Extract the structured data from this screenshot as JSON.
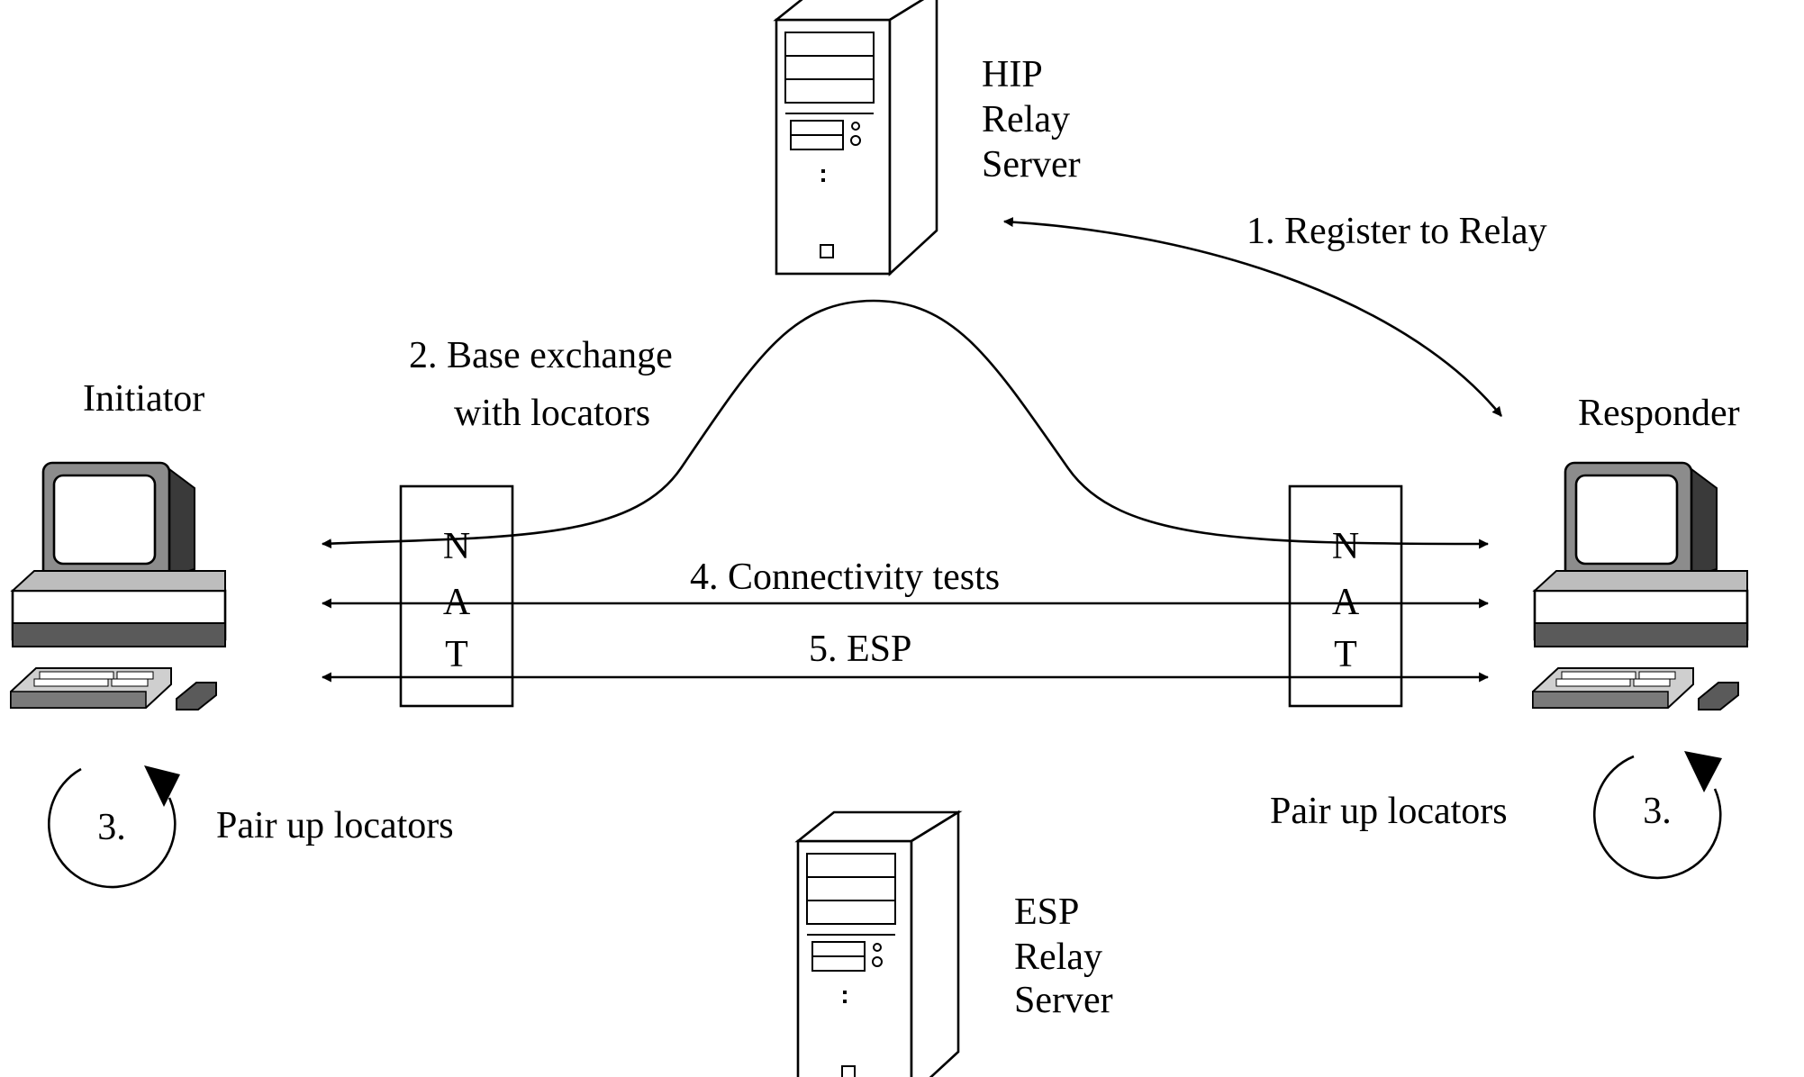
{
  "nodes": {
    "hip_server": {
      "lines": [
        "HIP",
        "Relay",
        "Server"
      ],
      "icon": "server-tower-icon"
    },
    "esp_server": {
      "lines": [
        "ESP",
        "Relay",
        "Server"
      ],
      "icon": "server-tower-icon"
    },
    "initiator": {
      "label": "Initiator",
      "icon": "desktop-computer-icon"
    },
    "responder": {
      "label": "Responder",
      "icon": "desktop-computer-icon"
    },
    "nat_left": {
      "letters": [
        "N",
        "A",
        "T"
      ]
    },
    "nat_right": {
      "letters": [
        "N",
        "A",
        "T"
      ]
    }
  },
  "steps": {
    "register": "1. Register to Relay",
    "base_exchange": [
      "2. Base exchange",
      "with locators"
    ],
    "connectivity": "4. Connectivity tests",
    "esp": "5. ESP",
    "pair_left": {
      "number": "3.",
      "label": "Pair up locators"
    },
    "pair_right": {
      "number": "3.",
      "label": "Pair up locators"
    }
  }
}
